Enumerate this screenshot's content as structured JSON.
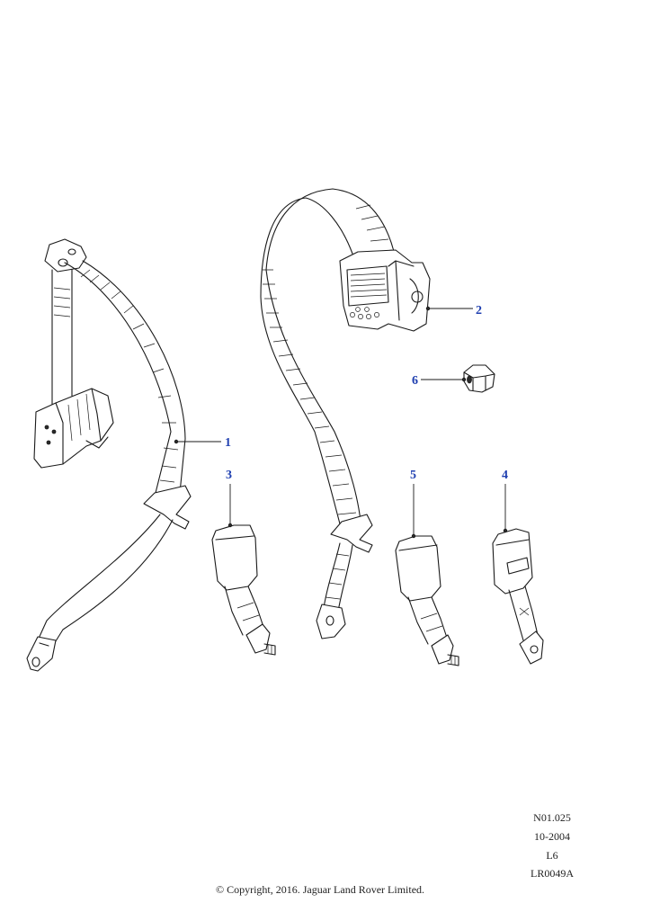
{
  "callouts": [
    "1",
    "2",
    "3",
    "4",
    "5",
    "6"
  ],
  "footer": {
    "ref_code": "N01.025",
    "date": "10-2004",
    "level": "L6",
    "image_code": "LR0049A",
    "copyright": "© Copyright, 2016. Jaguar Land Rover Limited."
  },
  "colors": {
    "callout": "#1f3fb0",
    "linework": "#1a1a1a",
    "background": "#ffffff"
  }
}
